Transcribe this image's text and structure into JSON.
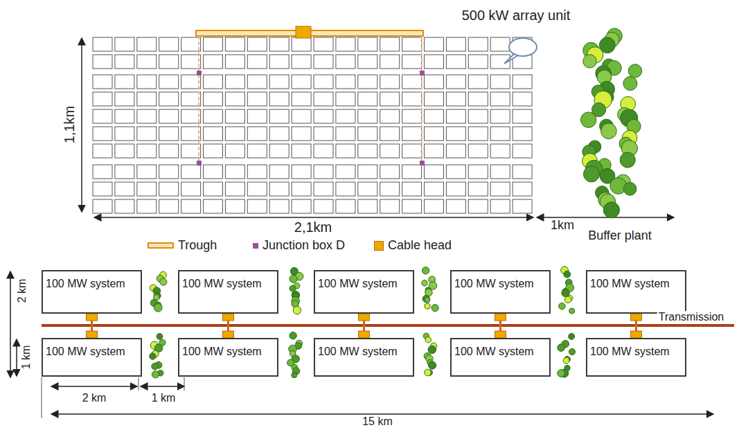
{
  "diagram": {
    "nodes": [
      {
        "text": [
          "100 MW system"
        ]
      },
      {
        "text": [
          "100 MW system"
        ]
      },
      {
        "text": [
          "100 MW system"
        ]
      },
      {
        "text": [
          "100 MW system"
        ]
      },
      {
        "text": [
          "100 MW system"
        ]
      },
      {
        "text": [
          "100 MW system"
        ]
      },
      {
        "text": [
          "100 MW system"
        ]
      },
      {
        "text": [
          "100 MW system"
        ]
      },
      {
        "text": [
          "100 MW system"
        ]
      },
      {
        "text": [
          "100 MW system"
        ]
      }
    ],
    "edges": [
      {
        "from": 0,
        "to": 5,
        "arrow": "none"
      },
      {
        "from": 1,
        "to": 6,
        "arrow": "none"
      },
      {
        "from": 2,
        "to": 7,
        "arrow": "none"
      },
      {
        "from": 3,
        "to": 8,
        "arrow": "none"
      },
      {
        "from": 4,
        "to": 9,
        "arrow": "none"
      }
    ],
    "labels": [
      "500 kW array unit",
      "1,1km",
      "2,1km",
      "1km",
      "Buffer plant",
      "Transmission",
      "2 km",
      "1 km",
      "2 km",
      "1 km",
      "15 km"
    ],
    "legend": [
      {
        "text": "Trough",
        "color": "#f6e7b8"
      },
      {
        "text": "Junction box D",
        "color": "#9a4f9a"
      },
      {
        "text": "Cable head",
        "color": "#f0a800"
      }
    ]
  }
}
